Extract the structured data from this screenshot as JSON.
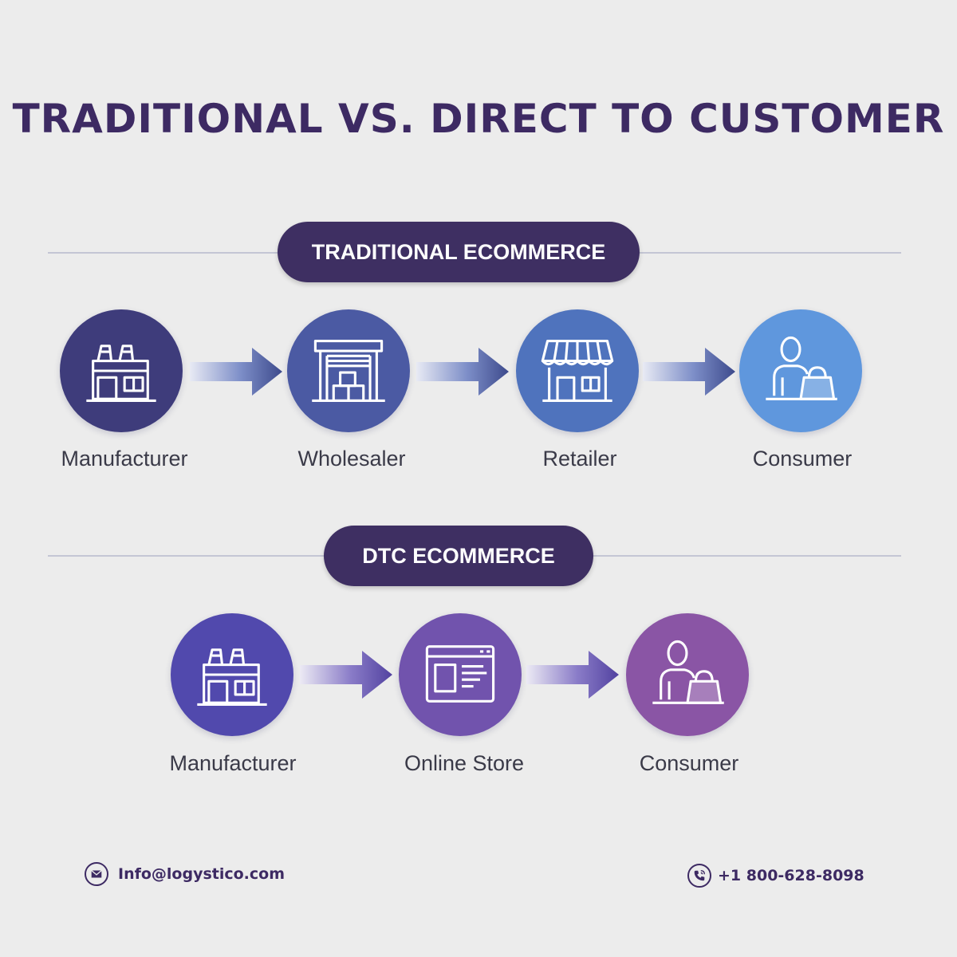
{
  "title": "TRADITIONAL VS. DIRECT TO CUSTOMER",
  "traditional": {
    "heading": "TRADITIONAL ECOMMERCE",
    "steps": [
      {
        "label": "Manufacturer",
        "icon": "factory-icon",
        "color": "#3e3c7b"
      },
      {
        "label": "Wholesaler",
        "icon": "warehouse-icon",
        "color": "#4b5aa3"
      },
      {
        "label": "Retailer",
        "icon": "storefront-icon",
        "color": "#4f73bd"
      },
      {
        "label": "Consumer",
        "icon": "shopper-icon",
        "color": "#5f97dd"
      }
    ]
  },
  "dtc": {
    "heading": "DTC ECOMMERCE",
    "steps": [
      {
        "label": "Manufacturer",
        "icon": "factory-icon",
        "color": "#5149ad"
      },
      {
        "label": "Online Store",
        "icon": "web-store-icon",
        "color": "#7153ad"
      },
      {
        "label": "Consumer",
        "icon": "shopper-icon",
        "color": "#8a55a5"
      }
    ]
  },
  "footer": {
    "email": "Info@logystico.com",
    "phone": "+1 800-628-8098",
    "email_icon": "envelope-icon",
    "phone_icon": "phone-icon"
  },
  "colors": {
    "title": "#3d2a63",
    "pill": "#3e2f62",
    "background": "#ececec"
  }
}
